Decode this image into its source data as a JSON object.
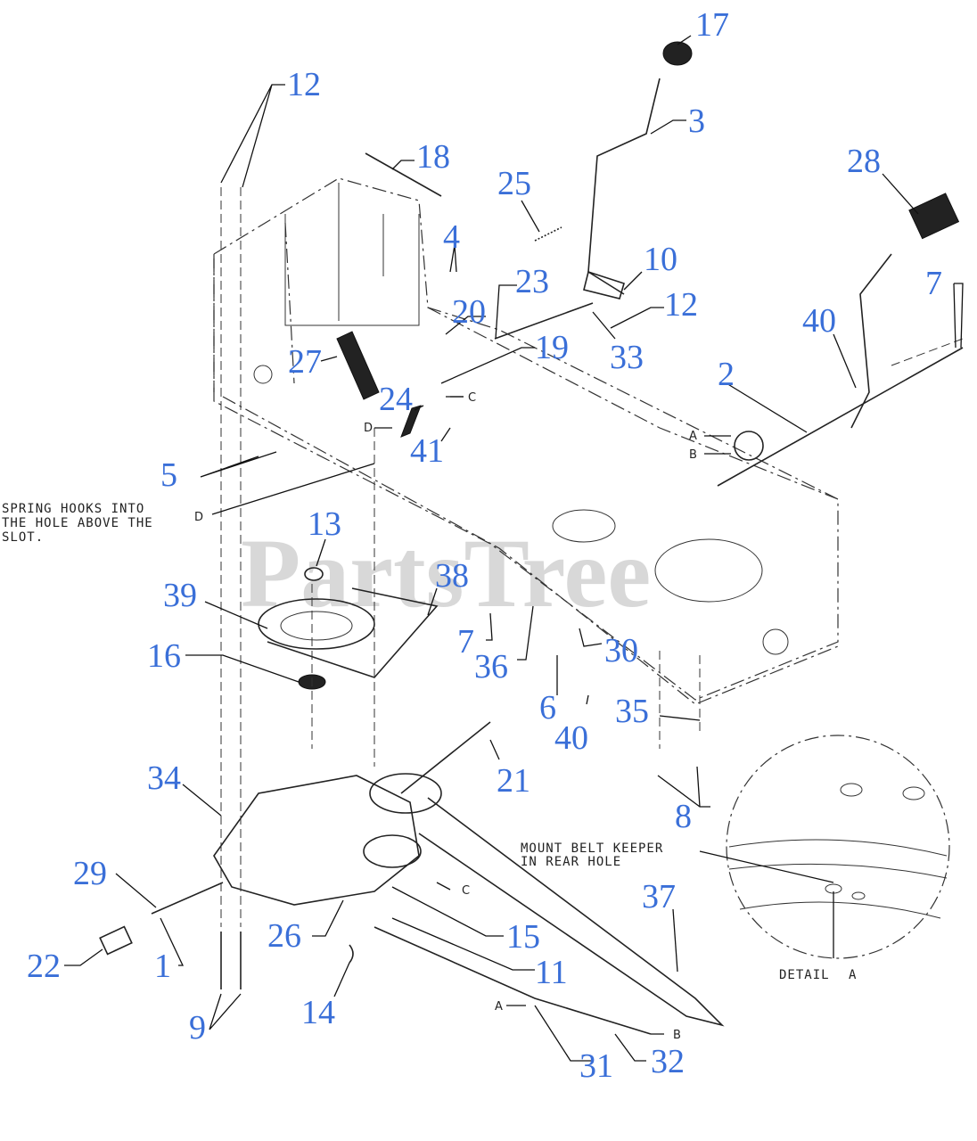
{
  "watermark": "PartsTree",
  "callouts": [
    {
      "id": "c17",
      "label": "17"
    },
    {
      "id": "c12a",
      "label": "12"
    },
    {
      "id": "c3",
      "label": "3"
    },
    {
      "id": "c18",
      "label": "18"
    },
    {
      "id": "c28",
      "label": "28"
    },
    {
      "id": "c25",
      "label": "25"
    },
    {
      "id": "c4",
      "label": "4"
    },
    {
      "id": "c10",
      "label": "10"
    },
    {
      "id": "c7a",
      "label": "7"
    },
    {
      "id": "c23",
      "label": "23"
    },
    {
      "id": "c12b",
      "label": "12"
    },
    {
      "id": "c20",
      "label": "20"
    },
    {
      "id": "c40a",
      "label": "40"
    },
    {
      "id": "c19",
      "label": "19"
    },
    {
      "id": "c27",
      "label": "27"
    },
    {
      "id": "c33",
      "label": "33"
    },
    {
      "id": "c2",
      "label": "2"
    },
    {
      "id": "c24",
      "label": "24"
    },
    {
      "id": "c41",
      "label": "41"
    },
    {
      "id": "c5",
      "label": "5"
    },
    {
      "id": "c13",
      "label": "13"
    },
    {
      "id": "c38",
      "label": "38"
    },
    {
      "id": "c39",
      "label": "39"
    },
    {
      "id": "c7b",
      "label": "7"
    },
    {
      "id": "c30",
      "label": "30"
    },
    {
      "id": "c36",
      "label": "36"
    },
    {
      "id": "c16",
      "label": "16"
    },
    {
      "id": "c6",
      "label": "6"
    },
    {
      "id": "c35",
      "label": "35"
    },
    {
      "id": "c40b",
      "label": "40"
    },
    {
      "id": "c21",
      "label": "21"
    },
    {
      "id": "c34",
      "label": "34"
    },
    {
      "id": "c8",
      "label": "8"
    },
    {
      "id": "c29",
      "label": "29"
    },
    {
      "id": "c37",
      "label": "37"
    },
    {
      "id": "c26",
      "label": "26"
    },
    {
      "id": "c15",
      "label": "15"
    },
    {
      "id": "c22",
      "label": "22"
    },
    {
      "id": "c1",
      "label": "1"
    },
    {
      "id": "c11",
      "label": "11"
    },
    {
      "id": "c14",
      "label": "14"
    },
    {
      "id": "c9",
      "label": "9"
    },
    {
      "id": "c31",
      "label": "31"
    },
    {
      "id": "c32",
      "label": "32"
    }
  ],
  "ref_letters": {
    "a_upper": "A",
    "b_upper": "B",
    "c_upper": "C",
    "d_upper": "D",
    "d_left": "D",
    "c_lower": "C",
    "a_lower": "A",
    "b_lower": "B"
  },
  "notes": {
    "spring_line1": "SPRING HOOKS INTO",
    "spring_line2": "THE HOLE ABOVE THE",
    "spring_line3": "SLOT.",
    "belt_line1": "MOUNT BELT KEEPER",
    "belt_line2": "IN REAR HOLE",
    "detail_label": "DETAIL",
    "detail_letter": "A"
  }
}
